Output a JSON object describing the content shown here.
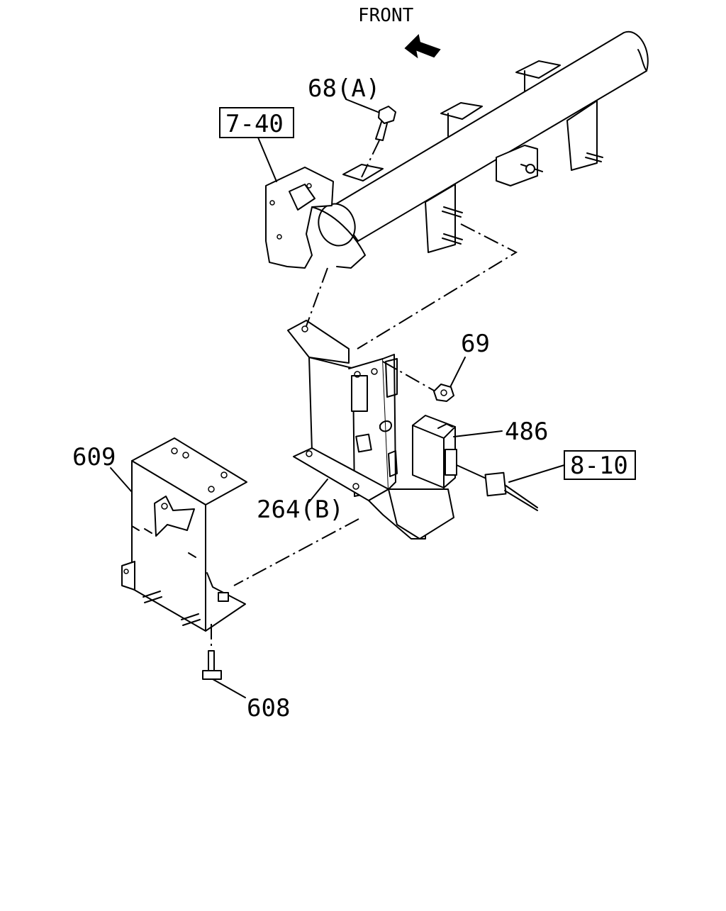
{
  "diagram": {
    "direction_label": "FRONT",
    "callouts": {
      "ref_7_40": "7-40",
      "ref_8_10": "8-10",
      "part_68a": "68(A)",
      "part_69": "69",
      "part_486": "486",
      "part_609": "609",
      "part_264b": "264(B)",
      "part_608": "608"
    },
    "colors": {
      "line": "#000000",
      "background": "#ffffff"
    },
    "icons": [
      "front-arrow-icon"
    ]
  }
}
